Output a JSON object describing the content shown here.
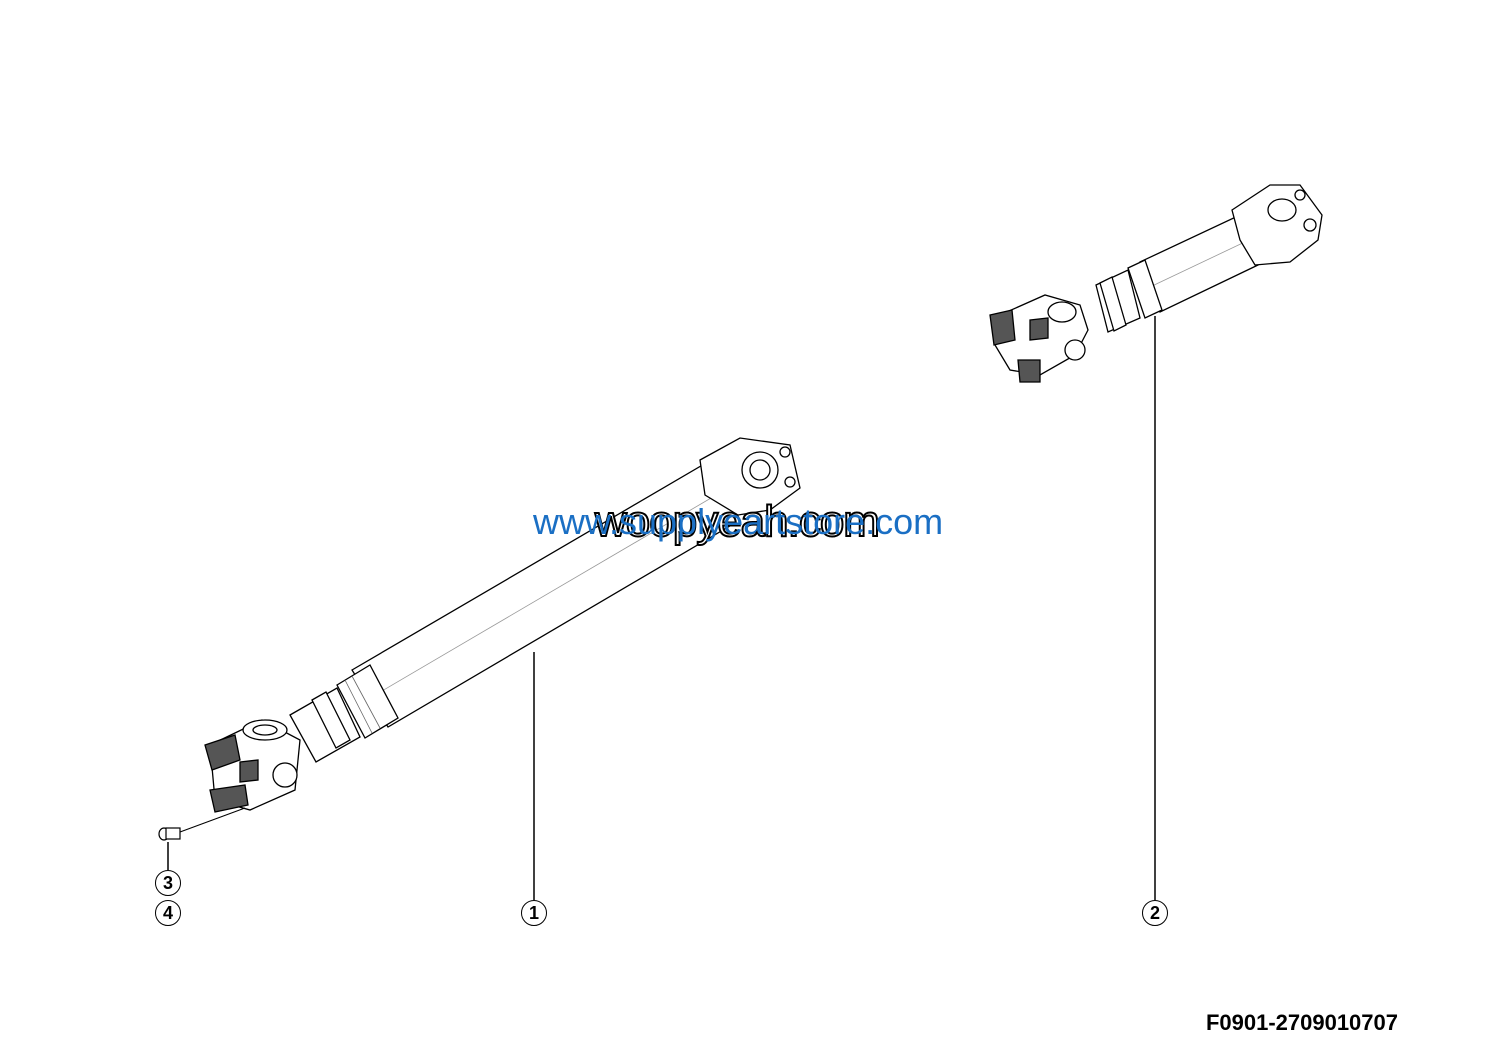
{
  "diagram": {
    "type": "exploded parts illustration",
    "subject": "propeller shaft assemblies",
    "callouts": [
      {
        "number": "1",
        "target": "long propeller shaft"
      },
      {
        "number": "2",
        "target": "short propeller shaft"
      },
      {
        "number": "3",
        "target": "grease nipple"
      },
      {
        "number": "4",
        "target": "grease nipple (alt)"
      }
    ],
    "figure_id": "F0901-2709010707"
  },
  "watermarks": {
    "outlined": "woopyeah.com",
    "blue": "www.supplyeartstore.com",
    "blue_color": "#1a6fc4"
  }
}
